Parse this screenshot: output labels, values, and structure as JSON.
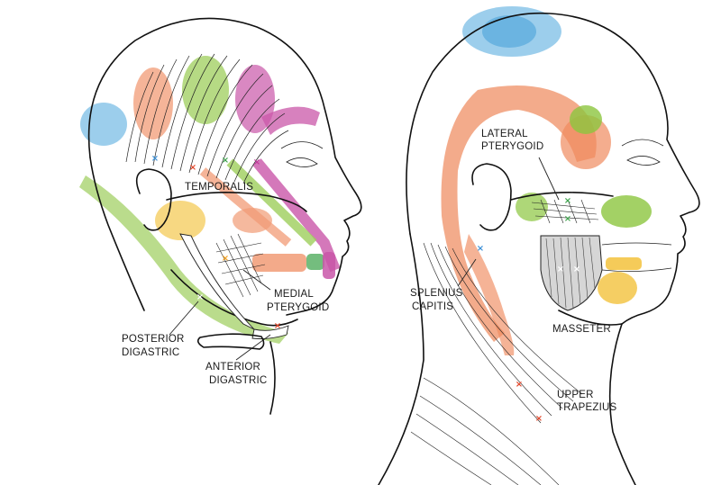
{
  "left_figure": {
    "labels": {
      "temporalis": "TEMPORALIS",
      "medial_pterygoid_1": "MEDIAL",
      "medial_pterygoid_2": "PTERYGOID",
      "posterior_digastric_1": "POSTERIOR",
      "posterior_digastric_2": "DIGASTRIC",
      "anterior_digastric_1": "ANTERIOR",
      "anterior_digastric_2": "DIGASTRIC"
    }
  },
  "right_figure": {
    "labels": {
      "lateral_pterygoid_1": "LATERAL",
      "lateral_pterygoid_2": "PTERYGOID",
      "splenius_capitis_1": "SPLENIUS",
      "splenius_capitis_2": "CAPITIS",
      "masseter": "MASSETER",
      "upper_trapezius_1": "UPPER",
      "upper_trapezius_2": "TRAPEZIUS"
    }
  },
  "colors": {
    "blue": "#5aaee0",
    "orange": "#ef8a5e",
    "green": "#8cc63f",
    "magenta": "#c0399a",
    "yellow": "#f3c23c",
    "outline": "#111111",
    "trigger_point": "#e2462a"
  }
}
